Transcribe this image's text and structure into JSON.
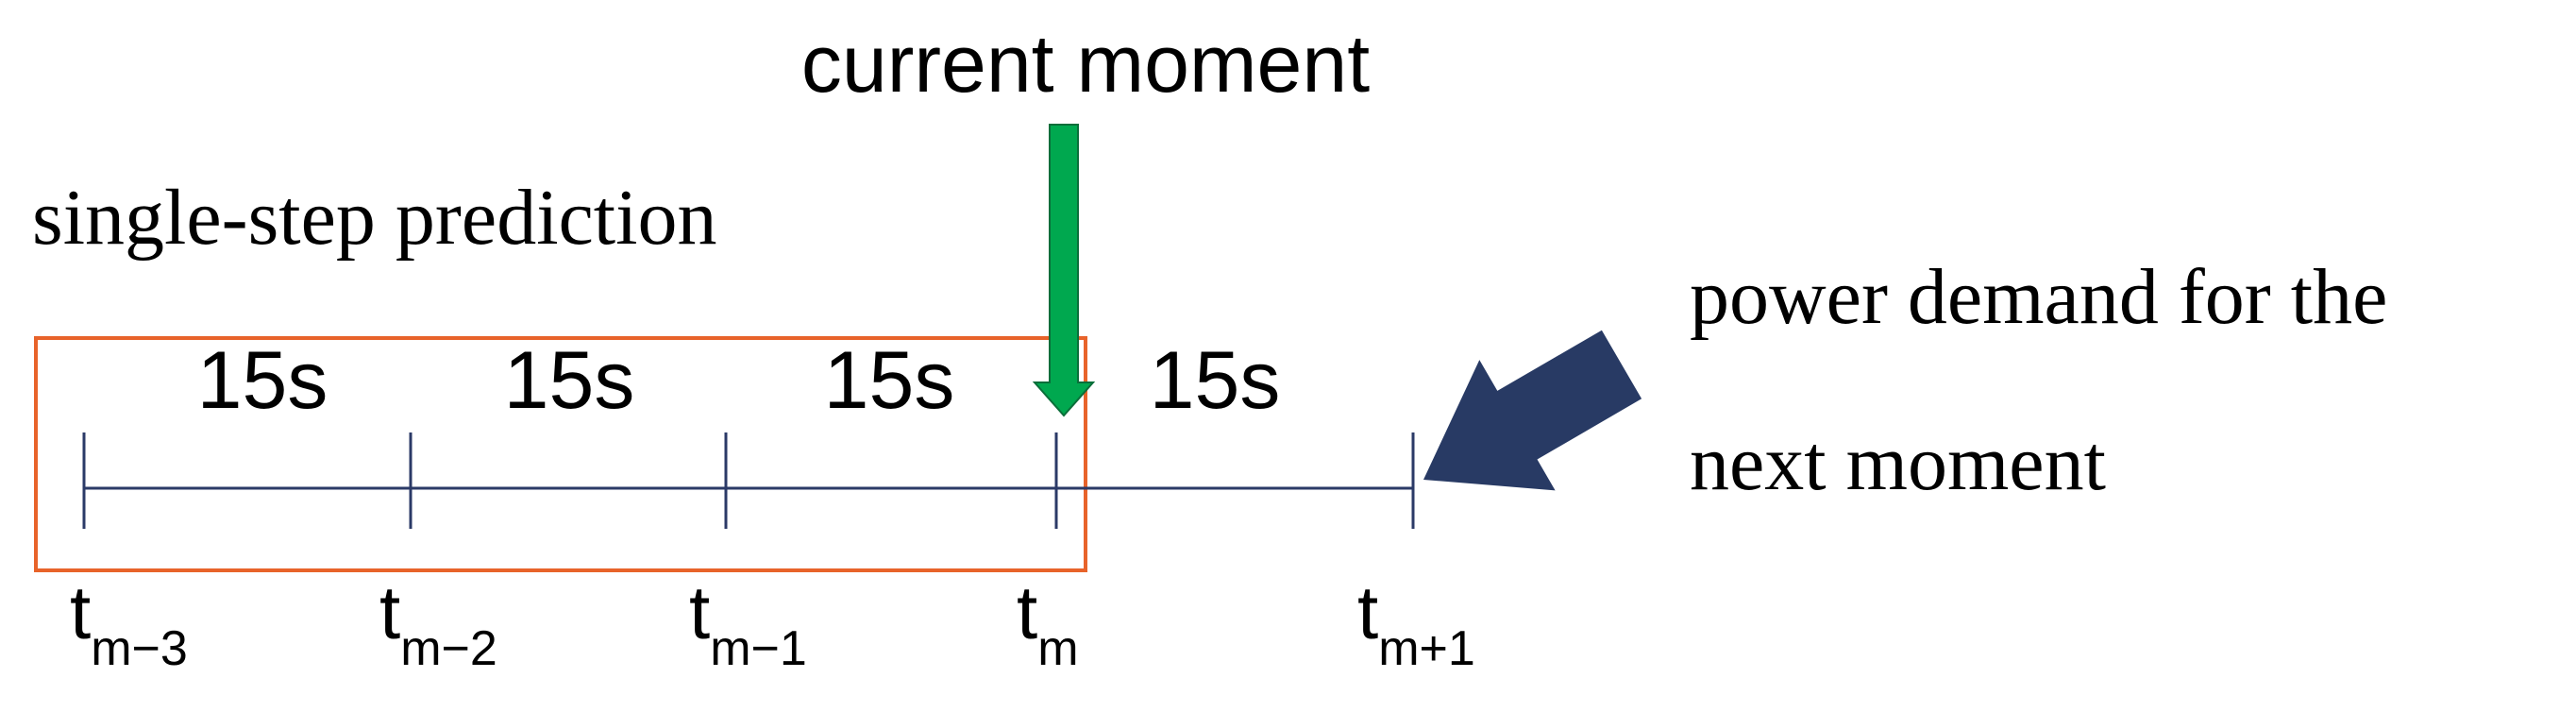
{
  "labels": {
    "current_moment": "current moment",
    "single_step_prediction": "single-step prediction",
    "power_demand_line1": "power demand for the",
    "power_demand_line2": "next moment"
  },
  "intervals": [
    "15s",
    "15s",
    "15s",
    "15s"
  ],
  "time_points": [
    {
      "main": "t",
      "sub": "m−3"
    },
    {
      "main": "t",
      "sub": "m−2"
    },
    {
      "main": "t",
      "sub": "m−1"
    },
    {
      "main": "t",
      "sub": "m"
    },
    {
      "main": "t",
      "sub": "m+1"
    }
  ],
  "colors": {
    "timeline": "#2b3a67",
    "prediction_box": "#e8632a",
    "current_arrow": "#00a84f",
    "next_arrow": "#283a64"
  },
  "icons": {
    "current_arrow": "arrow-down-icon",
    "next_arrow": "arrow-left-down-icon"
  }
}
